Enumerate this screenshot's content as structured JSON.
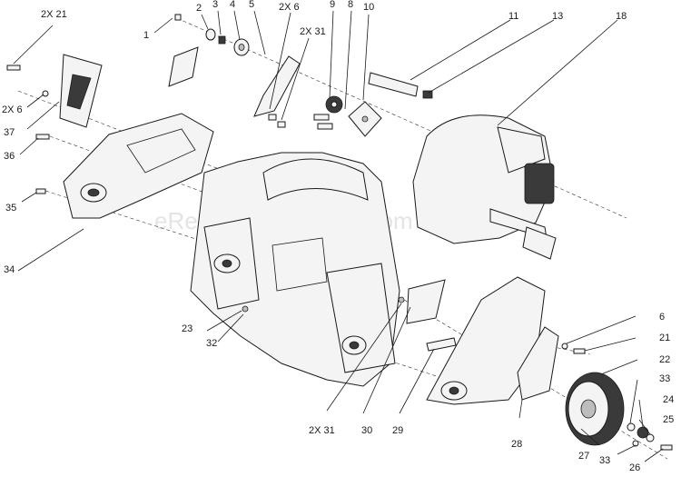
{
  "watermark": "eReplacementParts.com",
  "callouts": {
    "c2x21a": "2X 21",
    "c1": "1",
    "c2": "2",
    "c3": "3",
    "c4": "4",
    "c5": "5",
    "c2x6a": "2X 6",
    "c2x31a": "2X 31",
    "c9": "9",
    "c8": "8",
    "c10": "10",
    "c11": "11",
    "c13": "13",
    "c18": "18",
    "c2x6b": "2X 6",
    "c37": "37",
    "c36": "36",
    "c35": "35",
    "c34": "34",
    "c23": "23",
    "c32": "32",
    "c2x31b": "2X 31",
    "c30": "30",
    "c29": "29",
    "c28": "28",
    "c6": "6",
    "c21": "21",
    "c22": "22",
    "c33a": "33",
    "c24": "24",
    "c25": "25",
    "c27": "27",
    "c33b": "33",
    "c26": "26"
  }
}
